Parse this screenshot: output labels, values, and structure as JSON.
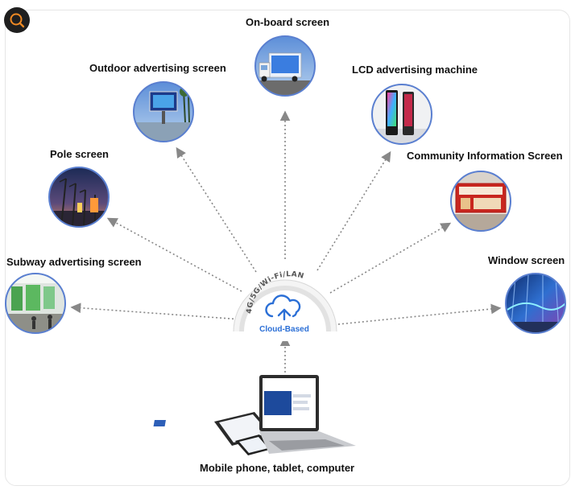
{
  "nodes": {
    "onboard": "On-board screen",
    "outdoor": "Outdoor advertising screen",
    "lcd": "LCD advertising machine",
    "pole": "Pole screen",
    "community": "Community Information Screen",
    "subway": "Subway advertising screen",
    "window": "Window screen"
  },
  "hub": {
    "arc_text": "4G/5G/Wi-Fi/LAN",
    "label": "Cloud-Based"
  },
  "devices": {
    "label": "Mobile phone, tablet, computer"
  },
  "colors": {
    "accent": "#2b6fd6",
    "circle_border": "#5a7fd0",
    "arrow": "#888888",
    "search_icon": "#f08a24"
  }
}
